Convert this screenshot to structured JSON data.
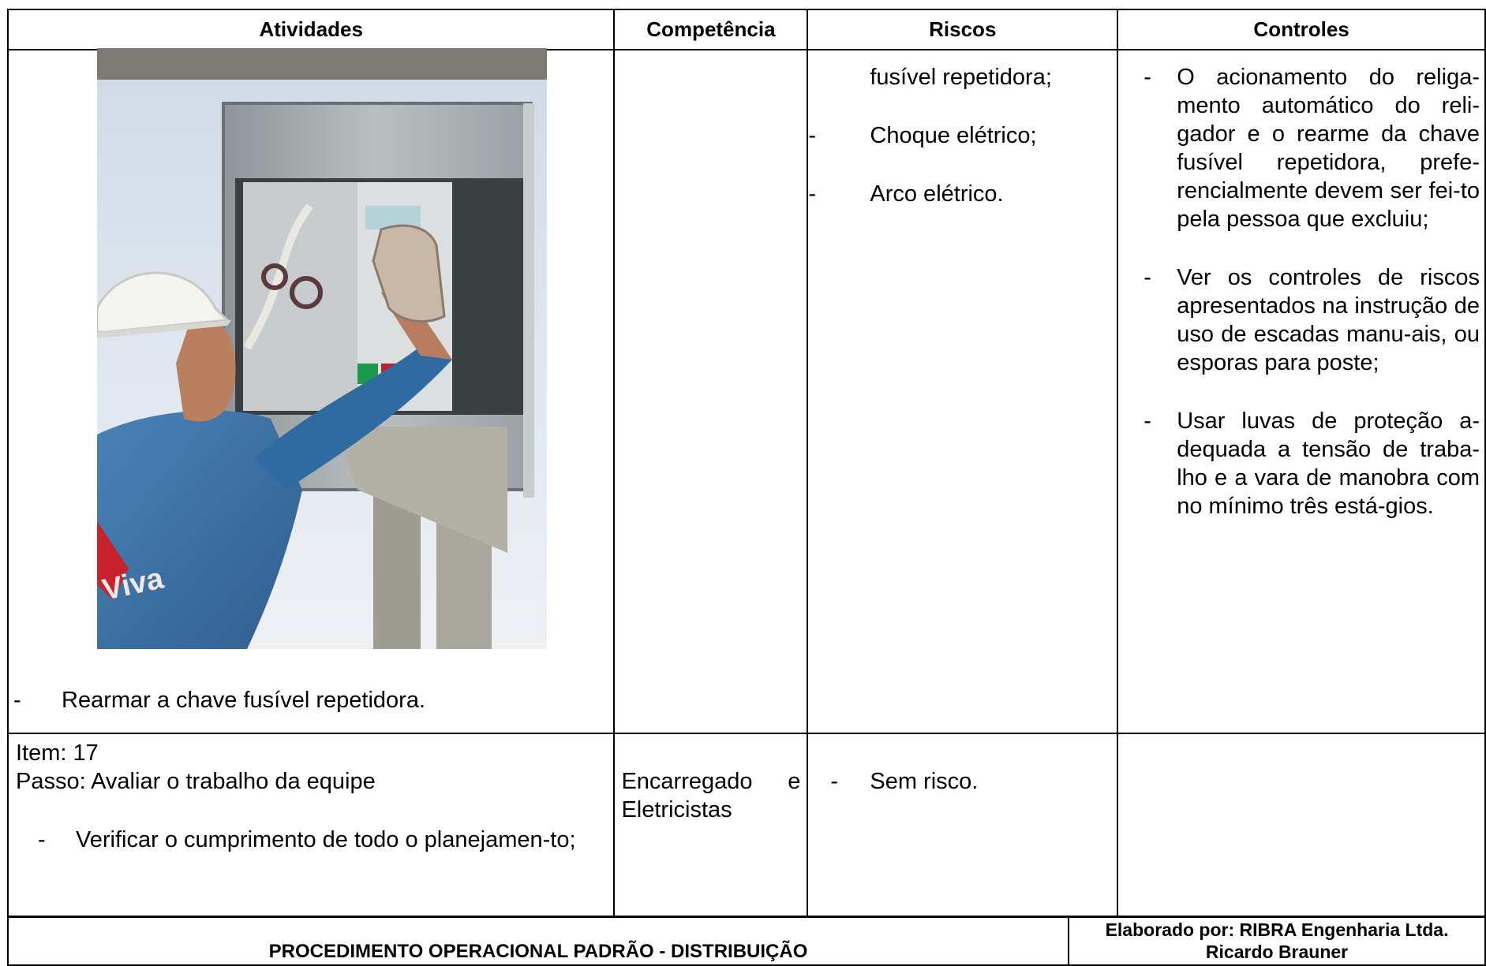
{
  "table": {
    "headers": {
      "atividades": "Atividades",
      "competencia": "Competência",
      "riscos": "Riscos",
      "controles": "Controles"
    },
    "row1": {
      "activity_bullet": "Rearmar a chave fusível repetidora.",
      "photo_text": "Viva",
      "riscos": [
        "fusível repetidora;",
        "Choque elétrico;",
        "Arco elétrico."
      ],
      "controles": [
        "O acionamento do religa-mento automático do reli-gador e o rearme da chave fusível repetidora, prefe-rencialmente devem ser fei-to pela pessoa que excluiu;",
        "Ver os controles de riscos apresentados na instrução de uso de escadas manu-ais, ou esporas para poste;",
        "Usar luvas de proteção a-dequada a tensão de traba-lho e a vara de manobra com no mínimo três está-gios."
      ]
    },
    "row2": {
      "item": "Item: 17",
      "passo": "Passo: Avaliar o trabalho da equipe",
      "activity_bullet": "Verificar o cumprimento de todo o planejamen-to;",
      "competencia": "Encarregado e Eletricistas",
      "riscos": [
        "Sem risco."
      ]
    }
  },
  "footer": {
    "title": "PROCEDIMENTO OPERACIONAL PADRÃO - DISTRIBUIÇÃO",
    "elaborado": "Elaborado por: RIBRA Engenharia Ltda.",
    "author": "Ricardo Brauner"
  },
  "bullet_dash": "-"
}
